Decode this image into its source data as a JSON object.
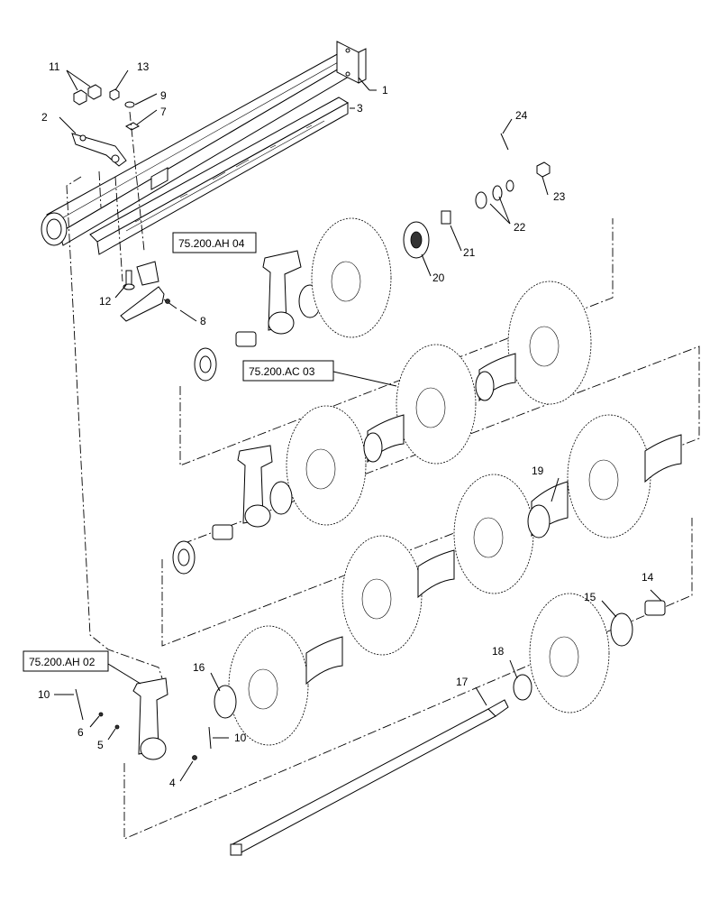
{
  "callouts": {
    "c1": "1",
    "c2": "2",
    "c3": "3",
    "c4": "4",
    "c5": "5",
    "c6": "6",
    "c7": "7",
    "c8": "8",
    "c9": "9",
    "c10a": "10",
    "c10b": "10",
    "c11": "11",
    "c12": "12",
    "c13": "13",
    "c14": "14",
    "c15": "15",
    "c16": "16",
    "c17": "17",
    "c18": "18",
    "c19": "19",
    "c20": "20",
    "c21": "21",
    "c22": "22",
    "c23": "23",
    "c24": "24"
  },
  "references": {
    "ah04": "75.200.AH 04",
    "ac03": "75.200.AC 03",
    "ah02": "75.200.AH 02"
  }
}
